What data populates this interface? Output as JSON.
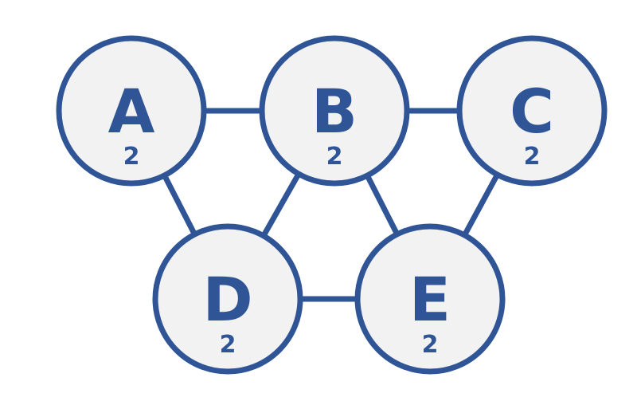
{
  "colors": {
    "stroke": "#2f5597",
    "node_fill": "#f2f2f2",
    "text": "#2f5597",
    "background": "#ffffff"
  },
  "nodes": [
    {
      "id": "A",
      "label": "A",
      "subscript": "2"
    },
    {
      "id": "B",
      "label": "B",
      "subscript": "2"
    },
    {
      "id": "C",
      "label": "C",
      "subscript": "2"
    },
    {
      "id": "D",
      "label": "D",
      "subscript": "2"
    },
    {
      "id": "E",
      "label": "E",
      "subscript": "2"
    }
  ],
  "edges": [
    {
      "from": "A",
      "to": "B"
    },
    {
      "from": "B",
      "to": "C"
    },
    {
      "from": "A",
      "to": "D"
    },
    {
      "from": "B",
      "to": "D"
    },
    {
      "from": "B",
      "to": "E"
    },
    {
      "from": "C",
      "to": "E"
    },
    {
      "from": "D",
      "to": "E"
    }
  ]
}
